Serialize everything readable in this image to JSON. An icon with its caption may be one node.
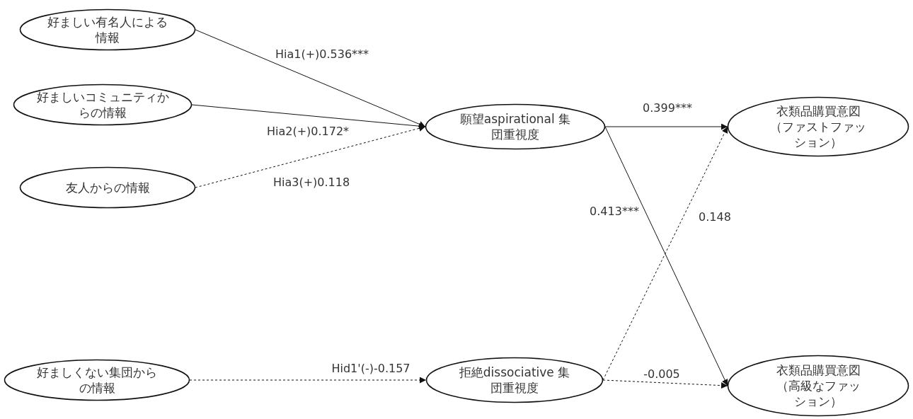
{
  "diagram": {
    "nodes": [
      {
        "text": [
          "好ましい有名人による情報"
        ]
      },
      {
        "text": [
          "好ましいコミュニティからの情報"
        ]
      },
      {
        "text": [
          "友人からの情報"
        ]
      },
      {
        "text": [
          "願望aspirational 集団重視度"
        ]
      },
      {
        "text": [
          "衣類品購買意図（ファストファッション）"
        ]
      },
      {
        "text": [
          "好ましくない集団からの情報"
        ]
      },
      {
        "text": [
          "拒絶dissociative 集団重視度"
        ]
      },
      {
        "text": [
          "衣類品購買意図（高級なファッション）"
        ]
      }
    ],
    "edges": [
      {
        "from": 0,
        "to": 3,
        "arrow": "to",
        "label": "Hia1(+)0.536***"
      },
      {
        "from": 1,
        "to": 3,
        "arrow": "to",
        "label": "Hia2(+)0.172*"
      },
      {
        "from": 2,
        "to": 3,
        "arrow": "to",
        "label": "Hia3(+)0.118",
        "style": "dashed"
      },
      {
        "from": 3,
        "to": 4,
        "arrow": "to",
        "label": "0.399***"
      },
      {
        "from": 3,
        "to": 7,
        "arrow": "to",
        "label": "0.413***"
      },
      {
        "from": 6,
        "to": 4,
        "arrow": "to",
        "label": "0.148",
        "style": "dashed"
      },
      {
        "from": 5,
        "to": 6,
        "arrow": "to",
        "label": "Hid1'(-)-0.157",
        "style": "dashed"
      },
      {
        "from": 6,
        "to": 7,
        "arrow": "to",
        "label": "-0.005",
        "style": "dashed"
      }
    ]
  }
}
